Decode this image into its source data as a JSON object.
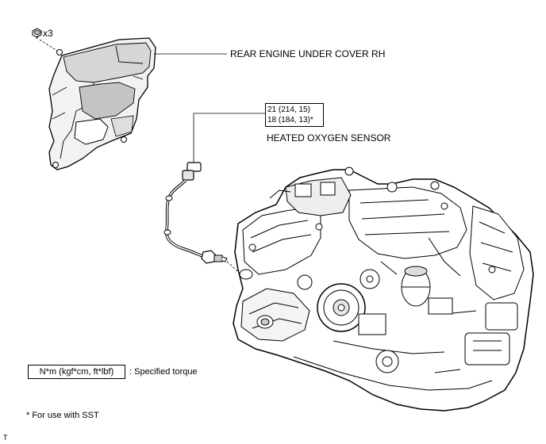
{
  "labels": {
    "bolt_count": "x3",
    "cover": "REAR ENGINE UNDER COVER RH",
    "torque_line1": "21 (214, 15)",
    "torque_line2": "18 (184, 13)*",
    "sensor": "HEATED OXYGEN SENSOR",
    "legend_box": "N*m (kgf*cm, ft*lbf)",
    "legend_desc": ": Specified torque",
    "footnote": "* For use with SST",
    "corner_mark": "T"
  },
  "icons": {
    "bolt": "bolt-icon",
    "cover": "under-cover-part",
    "sensor": "oxygen-sensor-part",
    "engine": "engine-block"
  },
  "colors": {
    "line": "#000000",
    "shade": "#bdbdbd",
    "background": "#ffffff"
  }
}
